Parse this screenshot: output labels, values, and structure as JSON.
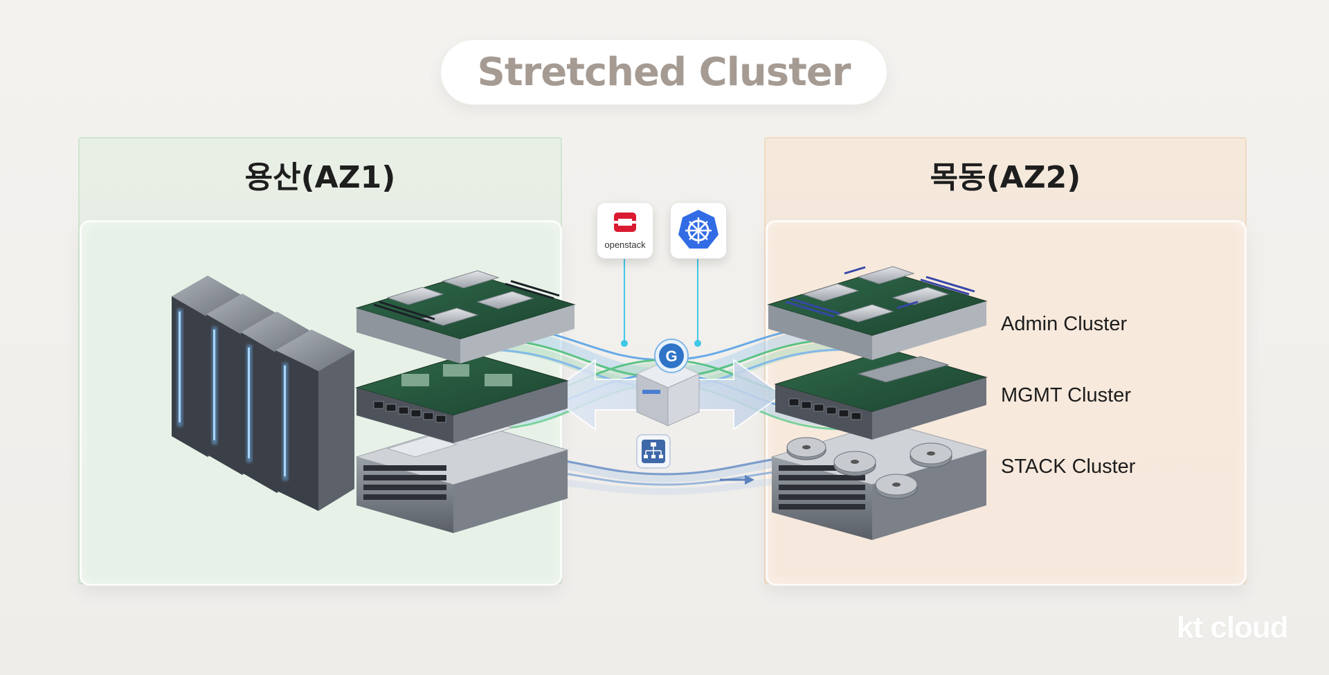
{
  "title": "Stretched Cluster",
  "zones": [
    {
      "name": "용산(AZ1)"
    },
    {
      "name": "목동(AZ2)"
    }
  ],
  "clusters": [
    "Admin Cluster",
    "MGMT Cluster",
    "STACK Cluster"
  ],
  "icons": {
    "openstack": {
      "name": "openstack-icon",
      "label": "openstack",
      "color": "#da1a32"
    },
    "kubernetes": {
      "name": "kubernetes-icon",
      "color": "#326ce5"
    },
    "gateway": {
      "name": "gateway-icon",
      "letter": "G"
    },
    "network": {
      "name": "network-topology-icon"
    }
  },
  "colors": {
    "link_blue": "#8fc4ee",
    "link_green": "#8fd0a8",
    "link_cyan": "#7fdff2",
    "title_text": "#a59b93"
  },
  "brand": "kt cloud"
}
